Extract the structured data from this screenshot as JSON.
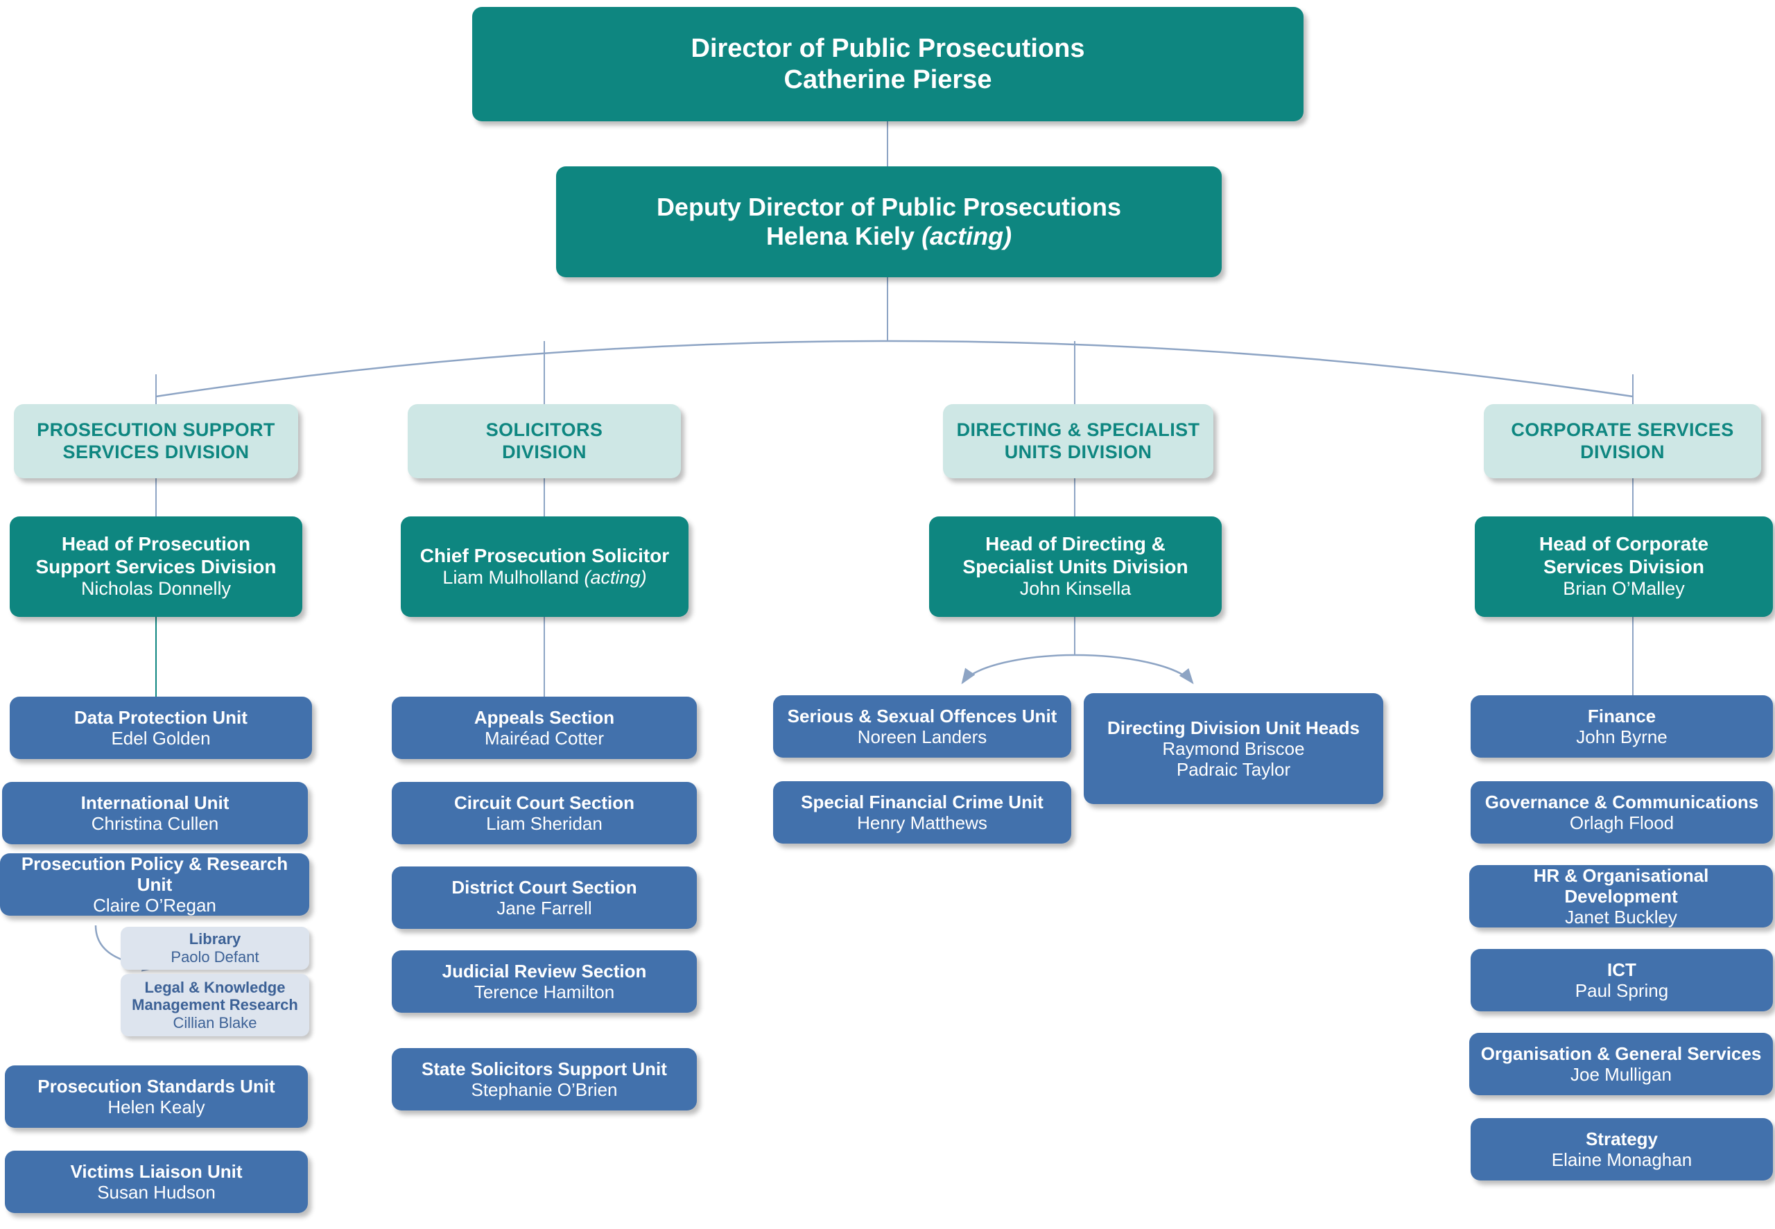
{
  "chart_meta": {
    "type": "org-chart",
    "title": "Office of the Director of Public Prosecutions Organisation Chart",
    "colors": {
      "teal": "#0e8680",
      "light_teal": "#cee7e5",
      "blue": "#4271ac",
      "pale_blue": "#dde4ee",
      "connector": "#8da4c4",
      "page_background": "#ffffff"
    }
  },
  "top": {
    "director": {
      "title": "Director of Public Prosecutions",
      "person": "Catherine Pierse"
    },
    "deputy_director": {
      "title": "Deputy Director of Public Prosecutions",
      "person": "Helena Kiely",
      "person_suffix": "(acting)"
    }
  },
  "divisions": [
    {
      "header_line1": "PROSECUTION SUPPORT",
      "header_line2": "SERVICES DIVISION",
      "head": {
        "title_line1": "Head of Prosecution",
        "title_line2": "Support Services Division",
        "person": "Nicholas Donnelly"
      },
      "units": [
        {
          "title": "Data Protection Unit",
          "person": "Edel Golden"
        },
        {
          "title": "International Unit",
          "person": "Christina Cullen"
        },
        {
          "title": "Prosecution Policy & Research Unit",
          "person": "Claire O’Regan"
        },
        {
          "title": "Prosecution Standards Unit",
          "person": "Helen Kealy"
        },
        {
          "title": "Victims Liaison Unit",
          "person": "Susan Hudson"
        }
      ],
      "sub_units": [
        {
          "title": "Library",
          "person": "Paolo Defant"
        },
        {
          "title_line1": "Legal & Knowledge",
          "title_line2": "Management Research",
          "person": "Cillian Blake"
        }
      ]
    },
    {
      "header_line1": "SOLICITORS",
      "header_line2": "DIVISION",
      "head": {
        "title_line1": "Chief Prosecution Solicitor",
        "title_line2": "",
        "person": "Liam Mulholland",
        "person_suffix": "(acting)"
      },
      "units": [
        {
          "title": "Appeals Section",
          "person": "Mairéad Cotter"
        },
        {
          "title": "Circuit Court Section",
          "person": "Liam Sheridan"
        },
        {
          "title": "District Court Section",
          "person": "Jane Farrell"
        },
        {
          "title": "Judicial Review Section",
          "person": "Terence Hamilton"
        },
        {
          "title": "State Solicitors Support Unit",
          "person": "Stephanie O’Brien"
        }
      ]
    },
    {
      "header_line1": "DIRECTING & SPECIALIST",
      "header_line2": "UNITS DIVISION",
      "head": {
        "title_line1": "Head of Directing &",
        "title_line2": "Specialist Units Division",
        "person": "John Kinsella"
      },
      "units_left": [
        {
          "title": "Serious & Sexual Offences Unit",
          "person": "Noreen Landers"
        },
        {
          "title": "Special Financial Crime Unit",
          "person": "Henry Matthews"
        }
      ],
      "units_right": [
        {
          "title": "Directing Division Unit Heads",
          "person1": "Raymond Briscoe",
          "person2": "Padraic Taylor"
        }
      ]
    },
    {
      "header_line1": "CORPORATE SERVICES",
      "header_line2": "DIVISION",
      "head": {
        "title_line1": "Head of Corporate",
        "title_line2": "Services Division",
        "person": "Brian O’Malley"
      },
      "units": [
        {
          "title": "Finance",
          "person": "John Byrne"
        },
        {
          "title": "Governance & Communications",
          "person": "Orlagh Flood"
        },
        {
          "title": "HR & Organisational Development",
          "person": "Janet Buckley"
        },
        {
          "title": "ICT",
          "person": "Paul Spring"
        },
        {
          "title": "Organisation & General Services",
          "person": "Joe Mulligan"
        },
        {
          "title": "Strategy",
          "person": "Elaine Monaghan"
        }
      ]
    }
  ]
}
